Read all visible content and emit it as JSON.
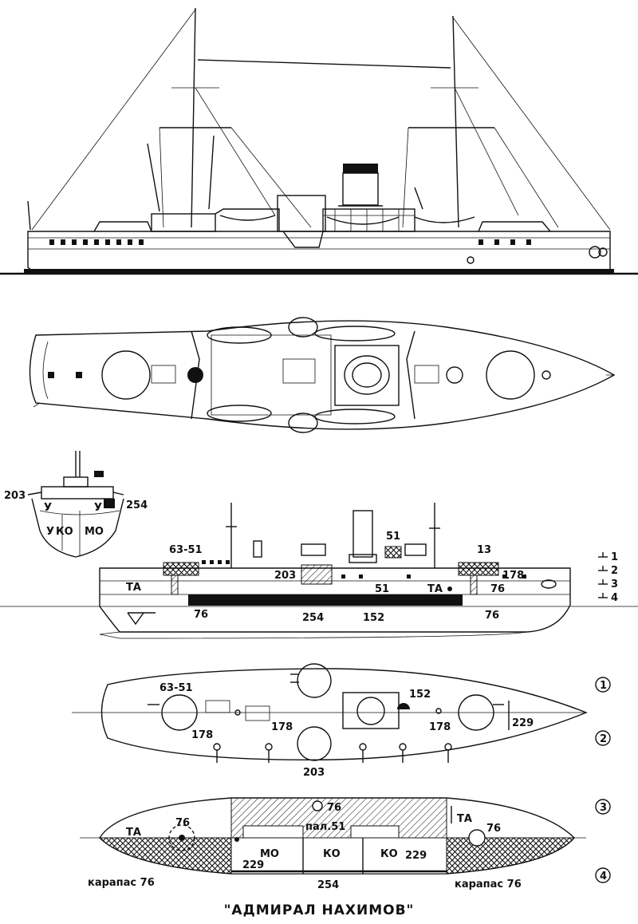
{
  "title": "\"АДМИРАЛ НАХИМОВ\"",
  "section": {
    "u1": "У",
    "u2": "У",
    "u3": "У",
    "ko": "КО",
    "mo": "МО",
    "left_thk": "203",
    "right_thk": "254"
  },
  "profile": {
    "barbette_fore": "63-51",
    "barbette_aft": "13",
    "aft_thk": "178",
    "mid_thk": "203",
    "upper_belt": "51",
    "funnel_thk": "51",
    "belt_lower": "254",
    "belt_bottom": "152",
    "fore_pill": "76",
    "aft_pill": "76",
    "aft_inner": "76",
    "ta_fore": "ТА",
    "ta_aft": "ТА",
    "levels": [
      "1",
      "2",
      "3",
      "4"
    ]
  },
  "plan1": {
    "barbette": "63-51",
    "gun_thk": "152",
    "r1": "178",
    "r2": "178",
    "r3": "178",
    "stern": "229",
    "center": "203"
  },
  "plan2": {
    "ta_fore": "ТА",
    "ta_aft": "ТА",
    "fore_76": "76",
    "aft_76": "76",
    "mid_76": "76",
    "deck": "пал.51",
    "mo": "МО",
    "ko1": "КО",
    "ko2": "КО",
    "bulk_fore": "229",
    "bulk_aft": "229",
    "bottom": "254",
    "karapas_fore": "карапас 76",
    "karapas_aft": "карапас 76"
  },
  "level_marks": [
    "1",
    "2",
    "3",
    "4"
  ]
}
